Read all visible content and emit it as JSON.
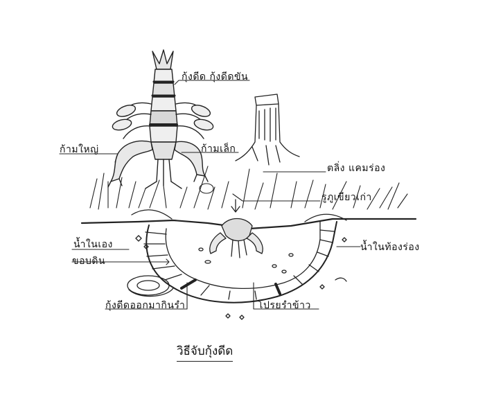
{
  "diagram": {
    "caption": "วิธีจับกุ้งดีด",
    "labels": {
      "shrimp_names": "กุ้งดีด กุ้งดีดขัน",
      "big_claw": "ก้ามใหญ่",
      "small_claw": "ก้ามเล็ก",
      "grass_bank": "ตลิ่ง แคมร่อง",
      "volcano_hole": "รูภูเขียวเก่า",
      "water_mud": "น้ำในเอง",
      "water_channel": "น้ำในท้องร่อง",
      "soil_edge": "ขอบดิน",
      "shrimp_out": "กุ้งดีดออกมากินรำ",
      "bran": "โปรยรำข้าว"
    }
  }
}
